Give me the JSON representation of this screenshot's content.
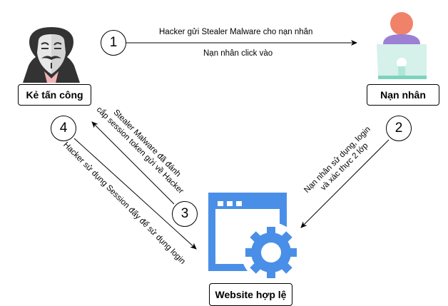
{
  "actors": {
    "attacker": {
      "label": "Kẻ tấn công",
      "icon": "hacker-anonymous-mask-icon"
    },
    "victim": {
      "label": "Nạn nhân",
      "icon": "user-laptop-icon"
    },
    "website": {
      "label": "Website hợp lệ",
      "icon": "web-app-gear-icon"
    }
  },
  "steps": [
    {
      "number": "1",
      "text_above": "Hacker gửi Stealer Malware cho nạn nhân",
      "text_below": "Nạn nhân click vào",
      "direction": "attacker → victim"
    },
    {
      "number": "2",
      "line1": "Nạn nhân sử dụng, login",
      "line2": "và xác thực 2 lớp",
      "direction": "victim → website"
    },
    {
      "number": "3",
      "line1": "Stealer Malware đã đánh",
      "line2": "cắp session token gửi về Hacker",
      "direction": "website → attacker"
    },
    {
      "number": "4",
      "line1": "Hacker sử dụng Session đấy để sử dụng login",
      "direction": "attacker → website"
    }
  ],
  "colors": {
    "website_blue": "#4a8fe7",
    "victim_head": "#f0826a",
    "victim_body": "#9b80d4",
    "laptop": "#d5f1ea",
    "laptop_base": "#7dd3be",
    "hacker_hood": "#333333",
    "mask": "#e8e8e8"
  }
}
